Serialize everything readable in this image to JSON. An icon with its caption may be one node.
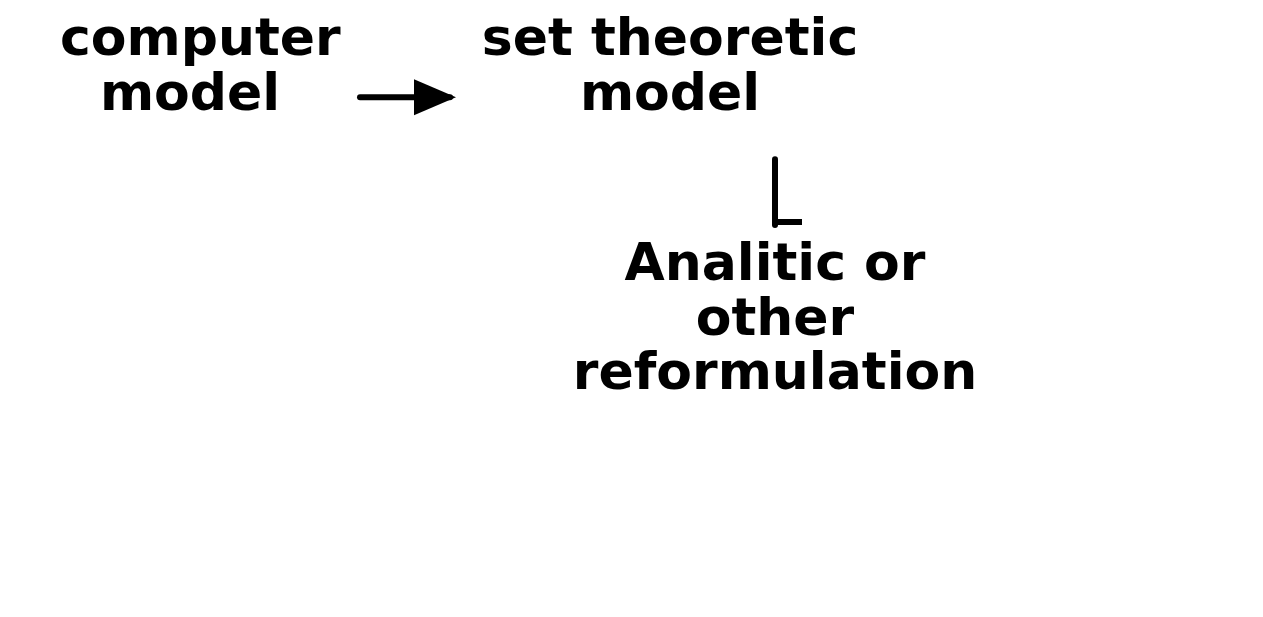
{
  "diagram": {
    "nodes": [
      {
        "text": [
          "computer model"
        ]
      },
      {
        "text": [
          "set theoretic model"
        ]
      },
      {
        "text": [
          "Analitic or other reformulation"
        ]
      }
    ],
    "edges": [
      {
        "from": 0,
        "to": 1,
        "arrow": "to"
      },
      {
        "from": 1,
        "to": 2,
        "arrow": "other"
      }
    ]
  }
}
